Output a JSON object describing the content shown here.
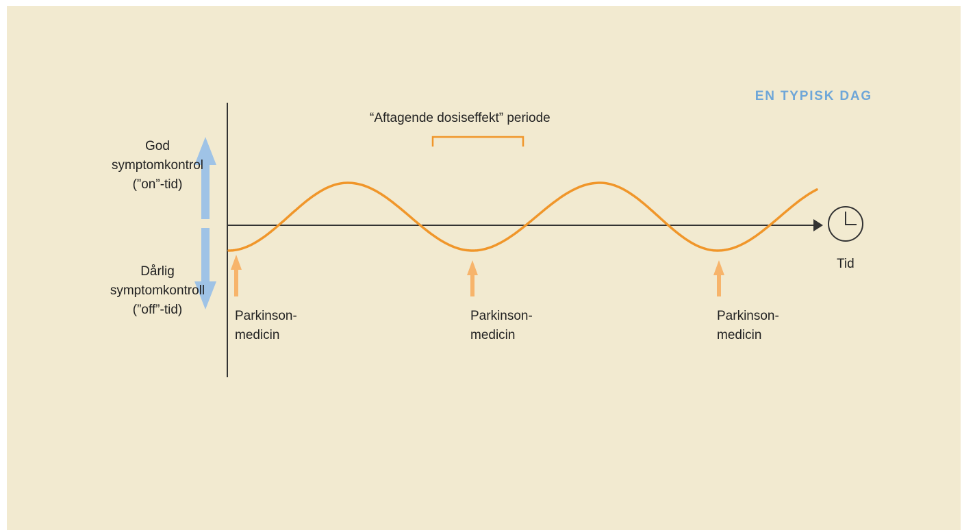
{
  "heading": "EN TYPISK DAG",
  "wearing_off_label": "“Aftagende dosiseffekt” periode",
  "good_control_label": "God\nsymptomkontrol\n(”on”-tid)",
  "poor_control_label": "Dårlig\nsymptomkontroll\n(”off”-tid)",
  "time_label": "Tid",
  "dose_markers": [
    {
      "label": "Parkinson-\nmedicin"
    },
    {
      "label": "Parkinson-\nmedicin"
    },
    {
      "label": "Parkinson-\nmedicin"
    }
  ],
  "icons": {
    "clock": "clock-icon",
    "up_arrow": "arrow-up-icon",
    "down_arrow": "arrow-down-icon",
    "dose_arrow": "arrow-up-icon"
  },
  "colors": {
    "background": "#f2ead0",
    "curve": "#f0962a",
    "dose_arrow": "#f7b46b",
    "control_arrows": "#9fc3e6",
    "heading": "#6ea6d8",
    "axis": "#333333"
  }
}
